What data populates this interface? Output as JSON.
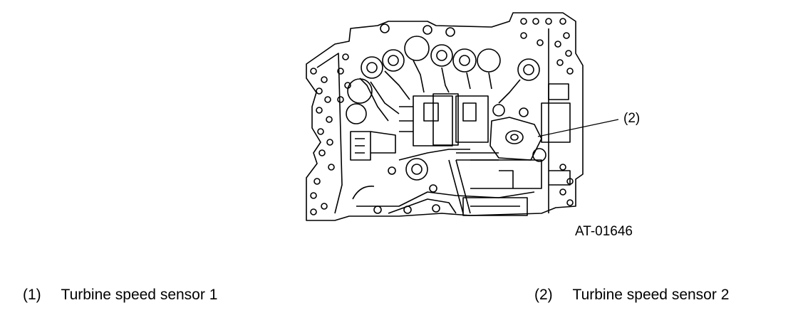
{
  "figure_code": "AT-01646",
  "callouts": [
    {
      "num": "(2)"
    }
  ],
  "legend": [
    {
      "num": "(1)",
      "text": "Turbine speed sensor 1"
    },
    {
      "num": "(2)",
      "text": "Turbine speed sensor 2"
    }
  ]
}
